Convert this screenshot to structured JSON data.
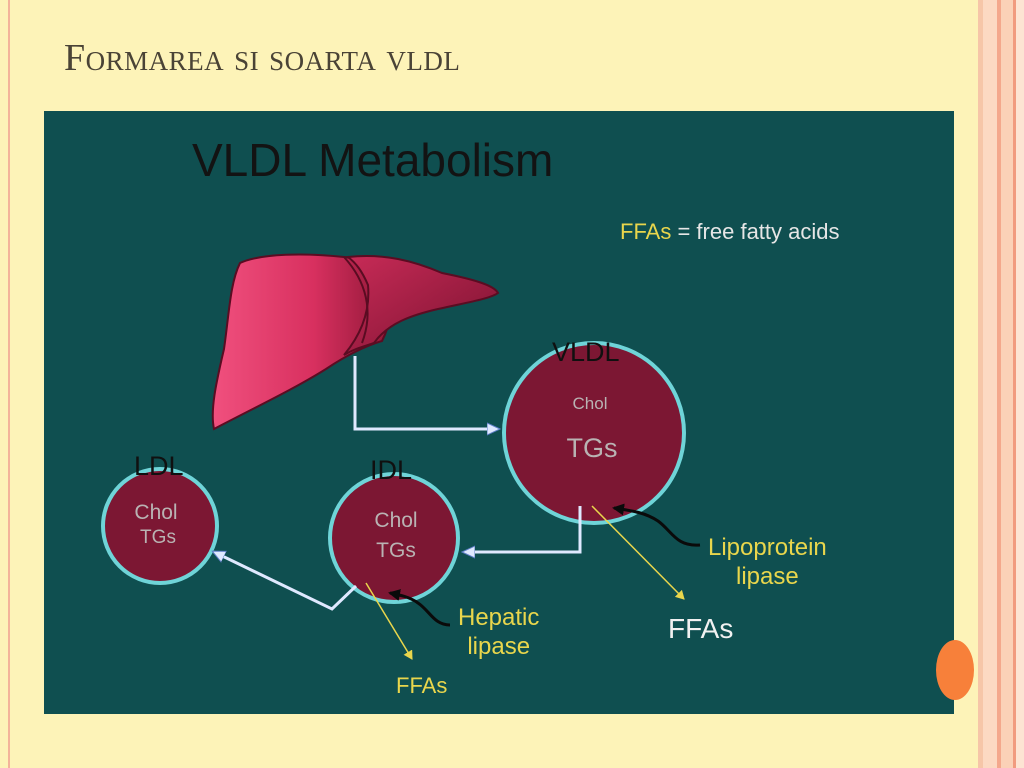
{
  "slide": {
    "title": "Formarea si soarta vldl"
  },
  "diagram": {
    "heading": "VLDL Metabolism",
    "legend": {
      "key": "FFAs",
      "definition": "= free fatty acids"
    },
    "vldl": {
      "name": "VLDL",
      "chol": "Chol",
      "tgs": "TGs"
    },
    "idl": {
      "name": "IDL",
      "chol": "Chol",
      "tgs": "TGs"
    },
    "ldl": {
      "name": "LDL",
      "chol": "Chol",
      "tgs": "TGs"
    },
    "lipoprotein_lipase": {
      "line1": "Lipoprotein",
      "line2": "lipase",
      "product": "FFAs"
    },
    "hepatic_lipase": {
      "line1": "Hepatic",
      "line2": "lipase",
      "product": "FFAs"
    }
  },
  "colors": {
    "slide_background": "#fdf3b8",
    "panel_background": "#0f4f50",
    "particle_fill": "#7c1733",
    "particle_ring": "#6fd4d8",
    "arrow": "#a8c8ff",
    "enzyme_text": "#e9d64c",
    "liver": "#e23a6a"
  },
  "icons": [
    "liver-icon"
  ]
}
